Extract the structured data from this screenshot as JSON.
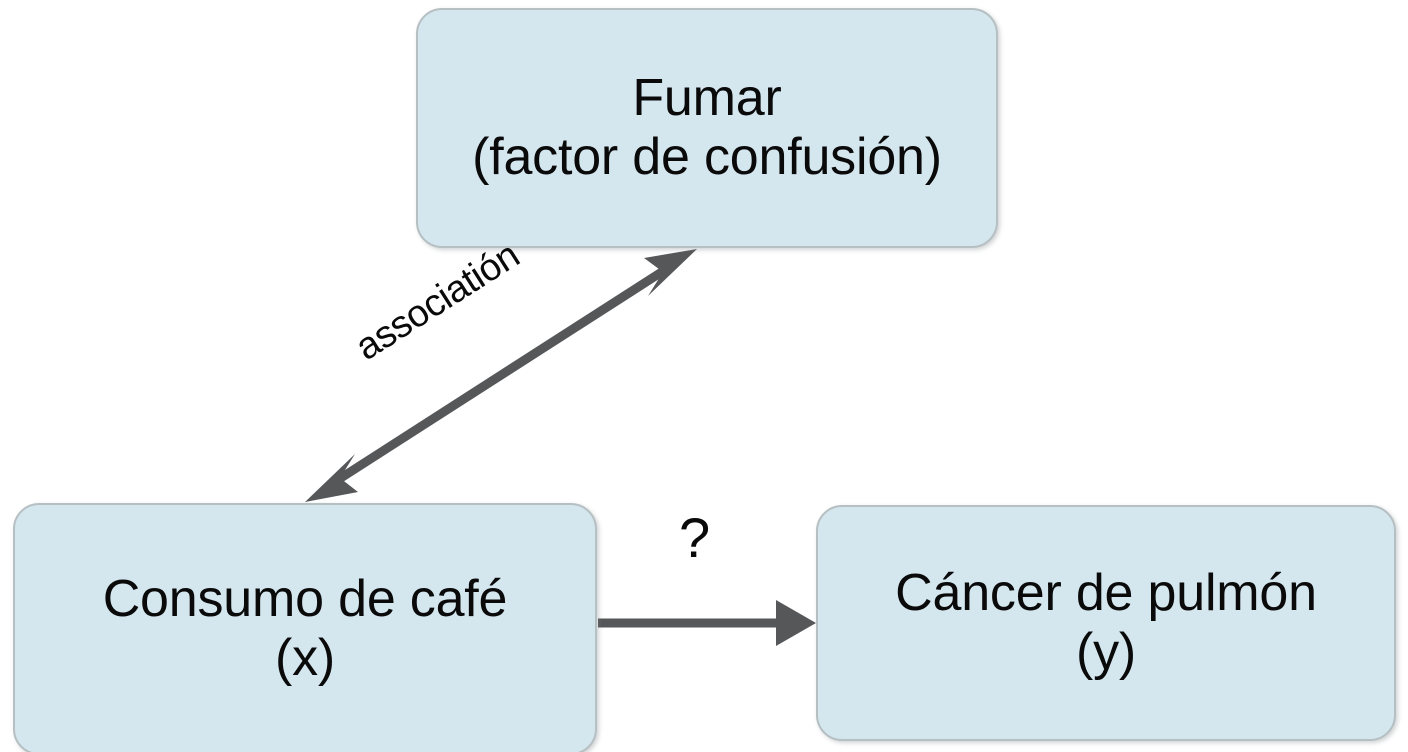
{
  "diagram": {
    "title": "Confounding causal diagram",
    "background_color": "#ffffff",
    "node_fill_color": "#d4e6ee",
    "node_border_color": "#b6bfc2",
    "edge_color": "#555759",
    "text_color": "#0a0a0a",
    "nodes": [
      {
        "id": "confounder",
        "label": "Fumar\n(factor de confusión)",
        "line1": "Fumar",
        "line2": "(factor de confusión)"
      },
      {
        "id": "exposure",
        "label": "Consumo de café\n(x)",
        "line1": "Consumo de café",
        "line2": "(x)"
      },
      {
        "id": "outcome",
        "label": "Cáncer de pulmón\n(y)",
        "line1": "Cáncer de pulmón",
        "line2": "(y)"
      }
    ],
    "edges": [
      {
        "id": "association-edge",
        "label": "associatión",
        "from": "exposure",
        "to": "confounder",
        "arrowheads": "both"
      },
      {
        "id": "causal-edge",
        "label": "?",
        "from": "exposure",
        "to": "outcome",
        "arrowheads": "end"
      }
    ]
  }
}
